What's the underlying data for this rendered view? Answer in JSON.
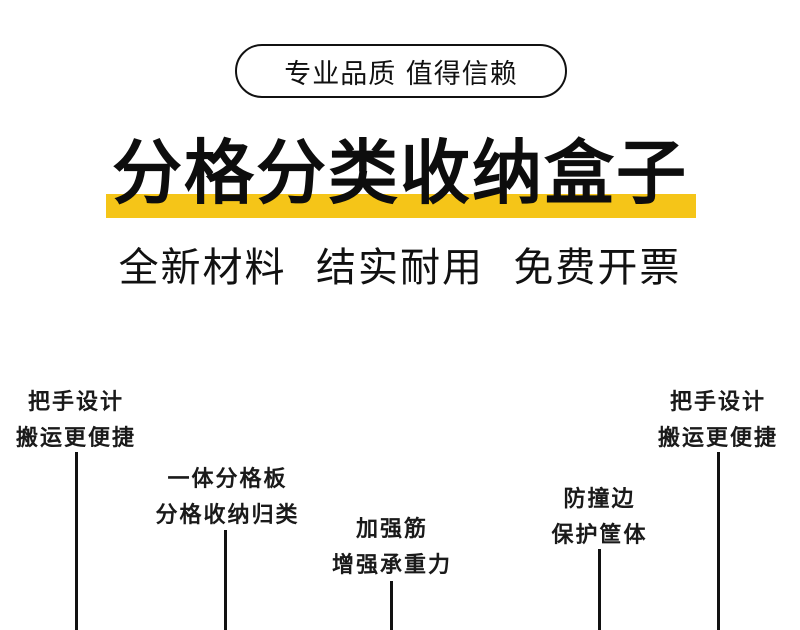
{
  "header": {
    "badge_text": "专业品质 值得信赖",
    "title": "分格分类收纳盒子",
    "subtitle": "全新材料  结实耐用  免费开票"
  },
  "colors": {
    "accent": "#F5C518",
    "text": "#111111"
  },
  "callouts": [
    {
      "line1": "把手设计",
      "line2": "搬运更便捷"
    },
    {
      "line1": "一体分格板",
      "line2": "分格收纳归类"
    },
    {
      "line1": "加强筋",
      "line2": "增强承重力"
    },
    {
      "line1": "防撞边",
      "line2": "保护筐体"
    },
    {
      "line1": "把手设计",
      "line2": "搬运更便捷"
    }
  ]
}
